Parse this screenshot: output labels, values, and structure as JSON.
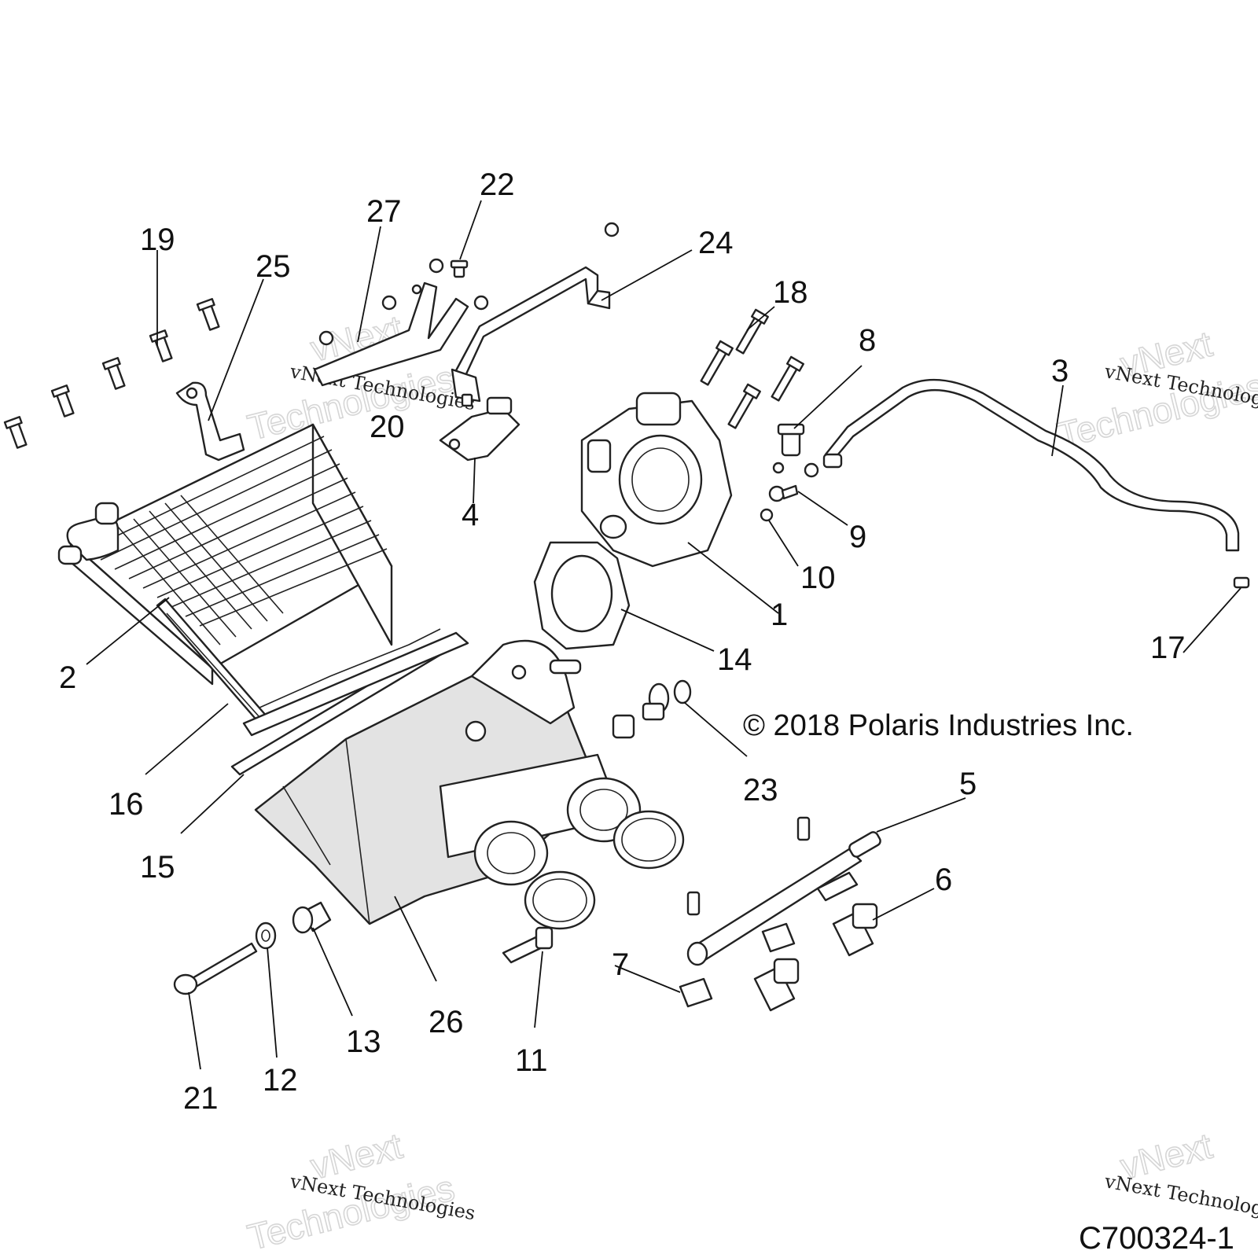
{
  "diagram": {
    "callouts": [
      "1",
      "2",
      "3",
      "4",
      "5",
      "6",
      "7",
      "8",
      "9",
      "10",
      "11",
      "12",
      "13",
      "14",
      "15",
      "16",
      "17",
      "18",
      "19",
      "20",
      "21",
      "22",
      "23",
      "24",
      "25",
      "26",
      "27"
    ],
    "copyright": "© 2018 Polaris Industries Inc.",
    "drawing_code": "C700324-1",
    "watermark": {
      "line1": "vNext",
      "line2": "vNext Technologies",
      "line3": "Technologies"
    }
  }
}
